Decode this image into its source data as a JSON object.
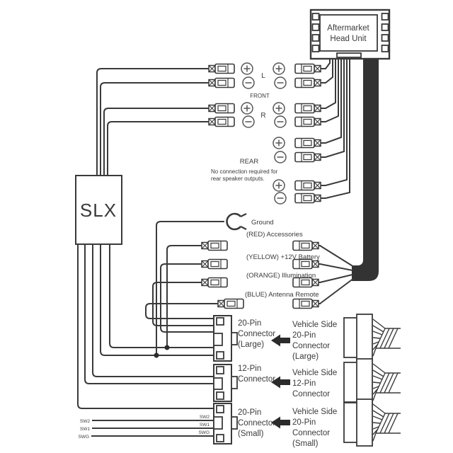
{
  "head_unit": {
    "line1": "Aftermarket",
    "line2": "Head Unit"
  },
  "slx": {
    "label": "SLX"
  },
  "front_section": {
    "left_channel": "L",
    "right_channel": "R",
    "label": "FRONT"
  },
  "rear_section": {
    "label": "REAR",
    "note_line1": "No connection required for",
    "note_line2": "rear speaker outputs."
  },
  "ground": {
    "label": "Ground"
  },
  "power_wires": [
    {
      "label": "(RED) Accessories"
    },
    {
      "label": "(YELLOW) +12V Battery"
    },
    {
      "label": "(ORANGE) Illumination"
    },
    {
      "label": "(BLUE) Antenna Remote"
    }
  ],
  "connector_rows": [
    {
      "harness": [
        "20-Pin",
        "Connector",
        "(Large)"
      ],
      "vehicle": [
        "Vehicle Side",
        "20-Pin",
        "Connector",
        "(Large)"
      ]
    },
    {
      "harness": [
        "12-Pin",
        "Connector"
      ],
      "vehicle": [
        "Vehicle Side",
        "12-Pin",
        "Connector"
      ]
    },
    {
      "harness": [
        "20-Pin",
        "Connector",
        "(Small)"
      ],
      "vehicle": [
        "Vehicle Side",
        "20-Pin",
        "Connector",
        "(Small)"
      ]
    }
  ],
  "switch_wires": {
    "left_labels": [
      "SW2",
      "SW1",
      "SWG"
    ],
    "right_labels": [
      "SW2",
      "SW1",
      "SWG"
    ]
  },
  "colors": {
    "ink": "#3a3a3a",
    "cable_fill": "#333333",
    "background": "#ffffff"
  }
}
